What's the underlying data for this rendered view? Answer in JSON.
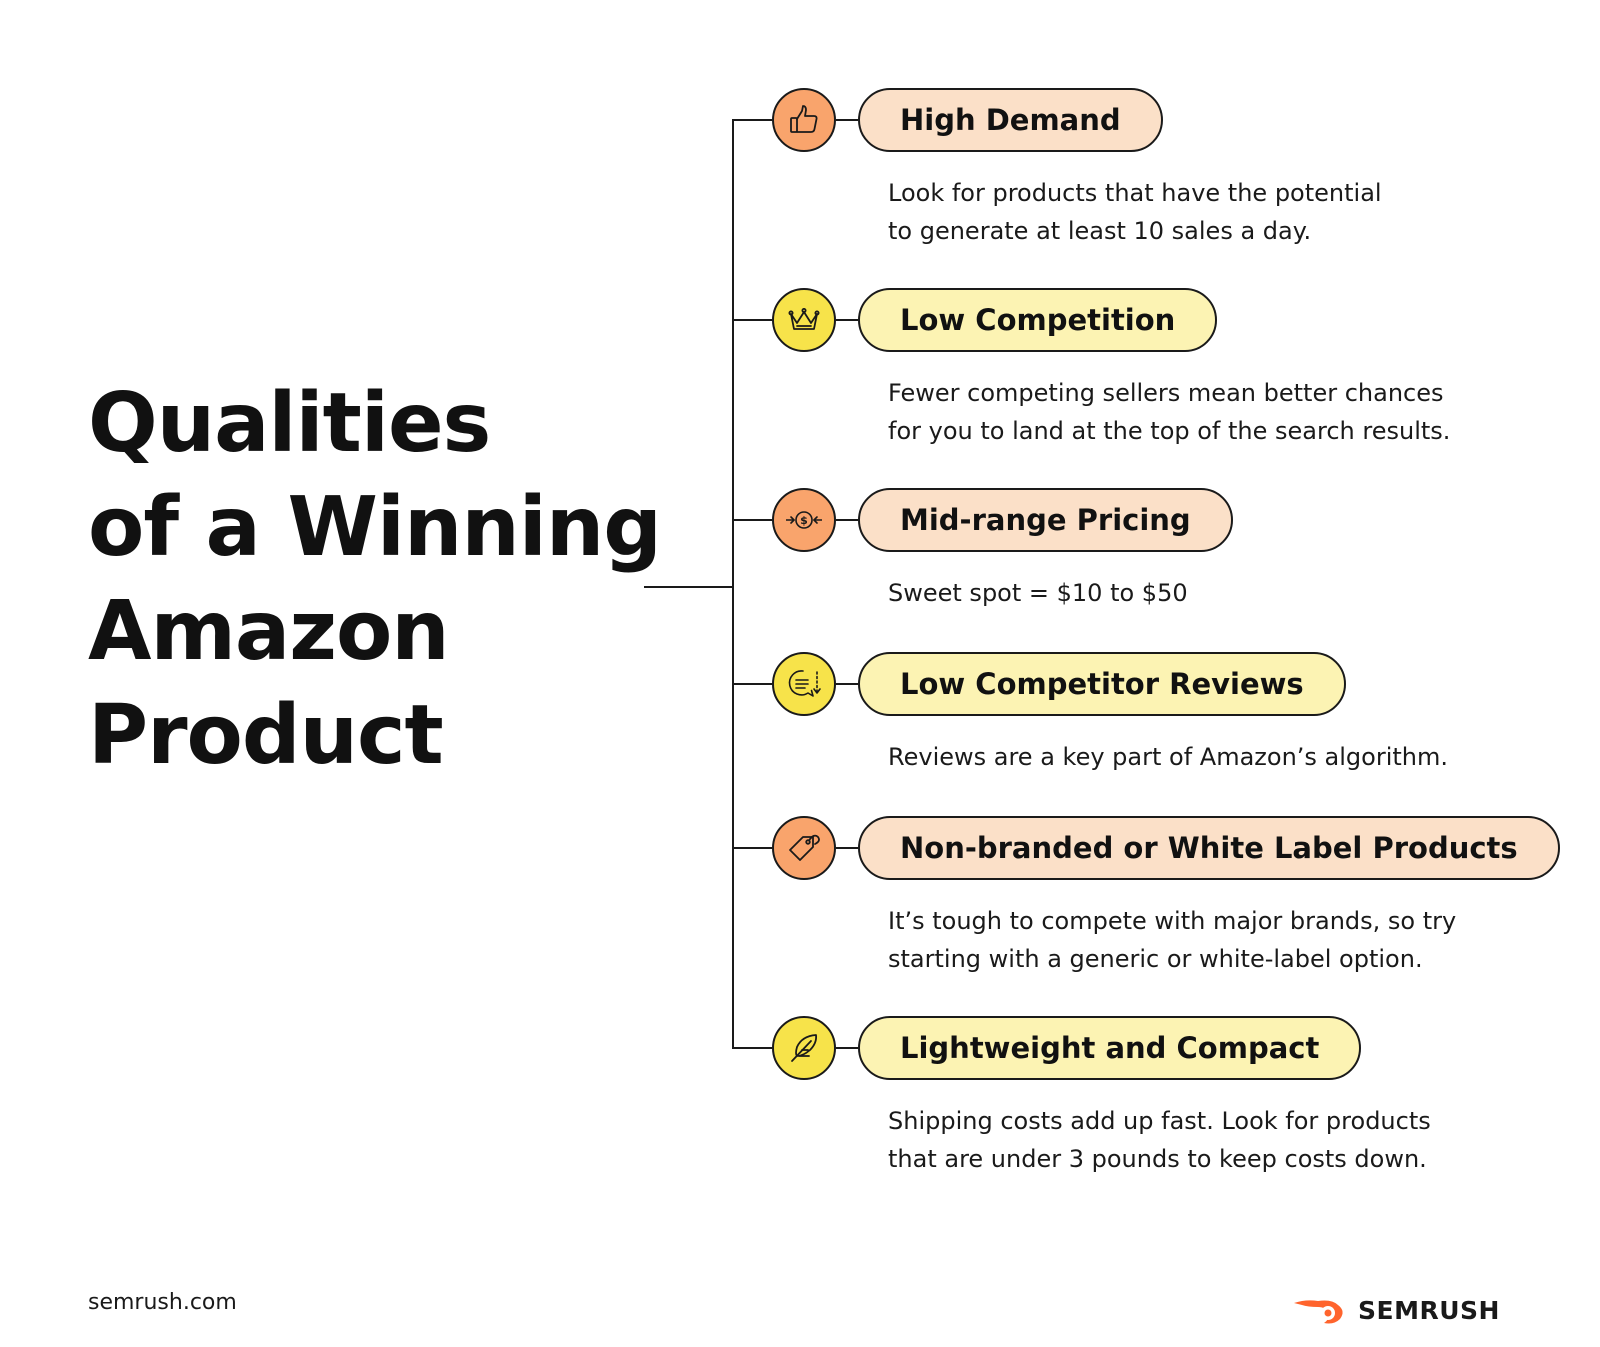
{
  "title": {
    "lines": [
      "Qualities",
      "of a Winning",
      "Amazon",
      "Product"
    ]
  },
  "qualities": [
    {
      "label": "High Demand",
      "description": [
        "Look for products that have the potential",
        "to generate at least 10 sales a day."
      ],
      "icon": "thumbs-up-icon",
      "color": "#fbe0c8",
      "icon_color": "#f9a46c"
    },
    {
      "label": "Low Competition",
      "description": [
        "Fewer competing sellers mean better chances",
        "for you to land at the top of the search results."
      ],
      "icon": "crown-icon",
      "color": "#fcf3b3",
      "icon_color": "#f7e34a"
    },
    {
      "label": "Mid-range Pricing",
      "description": [
        "Sweet spot = $10 to $50"
      ],
      "icon": "price-range-icon",
      "icon_text": "$",
      "color": "#fbe0c8",
      "icon_color": "#f9a46c"
    },
    {
      "label": "Low Competitor Reviews",
      "description": [
        "Reviews are a key part of Amazon’s algorithm."
      ],
      "icon": "review-bubble-icon",
      "color": "#fcf3b3",
      "icon_color": "#f7e34a"
    },
    {
      "label": "Non-branded or White Label Products",
      "description": [
        "It’s tough to compete with major brands, so try",
        "starting with a generic or white-label option."
      ],
      "icon": "price-tag-icon",
      "color": "#fbe0c8",
      "icon_color": "#f9a46c"
    },
    {
      "label": "Lightweight and Compact",
      "description": [
        "Shipping costs add up fast. Look for products",
        "that are under 3 pounds to keep costs down."
      ],
      "icon": "feather-icon",
      "color": "#fcf3b3",
      "icon_color": "#f7e34a"
    }
  ],
  "footer": {
    "url": "semrush.com",
    "brand": "SEMRUSH",
    "brand_color": "#ff642d"
  }
}
